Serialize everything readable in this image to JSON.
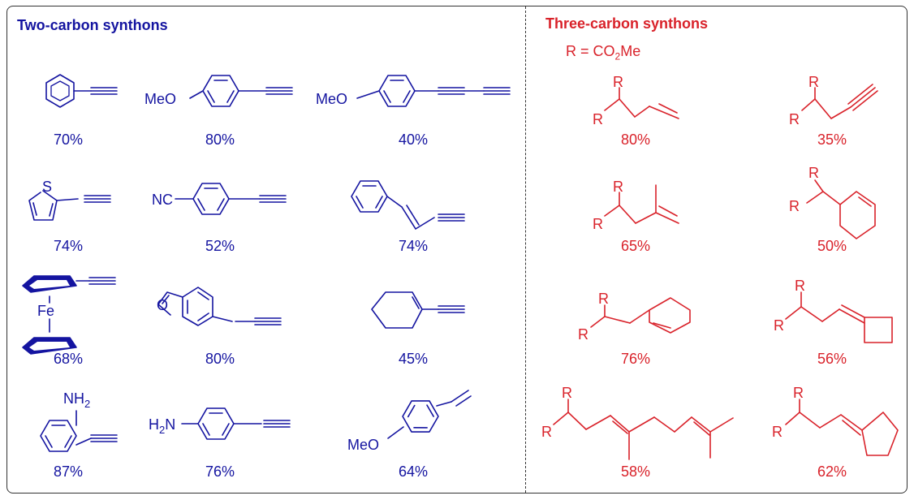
{
  "left_panel": {
    "title": "Two-carbon synthons",
    "color": "#1414a0",
    "yields": [
      "70%",
      "80%",
      "40%",
      "74%",
      "52%",
      "74%",
      "68%",
      "80%",
      "45%",
      "87%",
      "76%",
      "64%"
    ],
    "labels": {
      "meo": "MeO",
      "s": "S",
      "nc": "NC",
      "fe": "Fe",
      "o": "O",
      "nh": "NH",
      "sub2": "2",
      "h": "H",
      "n": "N"
    }
  },
  "right_panel": {
    "title": "Three-carbon synthons",
    "color": "#d9222a",
    "r_definition_prefix": "R = CO",
    "r_definition_sub": "2",
    "r_definition_suffix": "Me",
    "r_label": "R",
    "yields": [
      "80%",
      "35%",
      "65%",
      "50%",
      "76%",
      "56%",
      "58%",
      "62%"
    ]
  }
}
